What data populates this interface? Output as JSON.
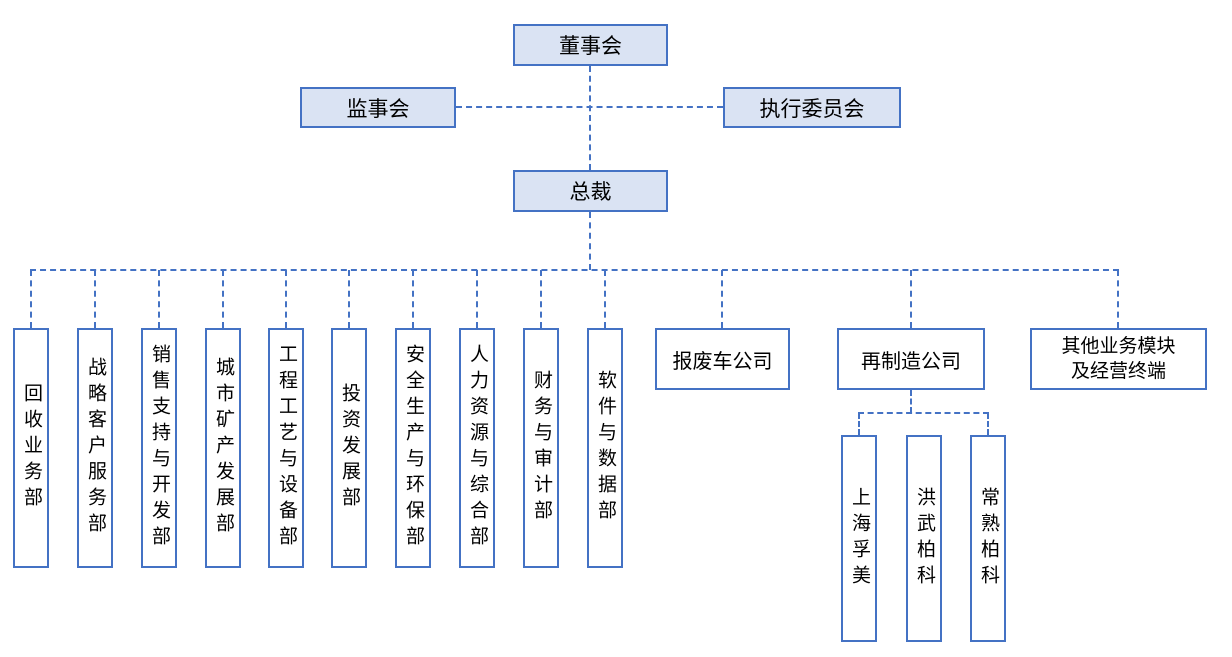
{
  "diagram": {
    "type": "org-chart",
    "nodes": {
      "board": "董事会",
      "supervisory_board": "监事会",
      "executive_committee": "执行委员会",
      "president": "总裁"
    },
    "departments": [
      "回收业务部",
      "战略客户服务部",
      "销售支持与开发部",
      "城市矿产发展部",
      "工程工艺与设备部",
      "投资发展部",
      "安全生产与环保部",
      "人力资源与综合部",
      "财务与审计部",
      "软件与数据部"
    ],
    "business_units": [
      {
        "label": "报废车公司"
      },
      {
        "label": "再制造公司"
      },
      {
        "label": "其他业务模块及经营终端",
        "lines": [
          "其他业务模块",
          "及经营终端"
        ]
      }
    ],
    "subsidiaries": [
      "上海孚美",
      "洪武柏科",
      "常熟柏科"
    ],
    "colors": {
      "box_border": "#4472c4",
      "box_fill": "#dae3f3",
      "connector": "#4472c4",
      "text": "#000000",
      "background": "#ffffff"
    }
  }
}
